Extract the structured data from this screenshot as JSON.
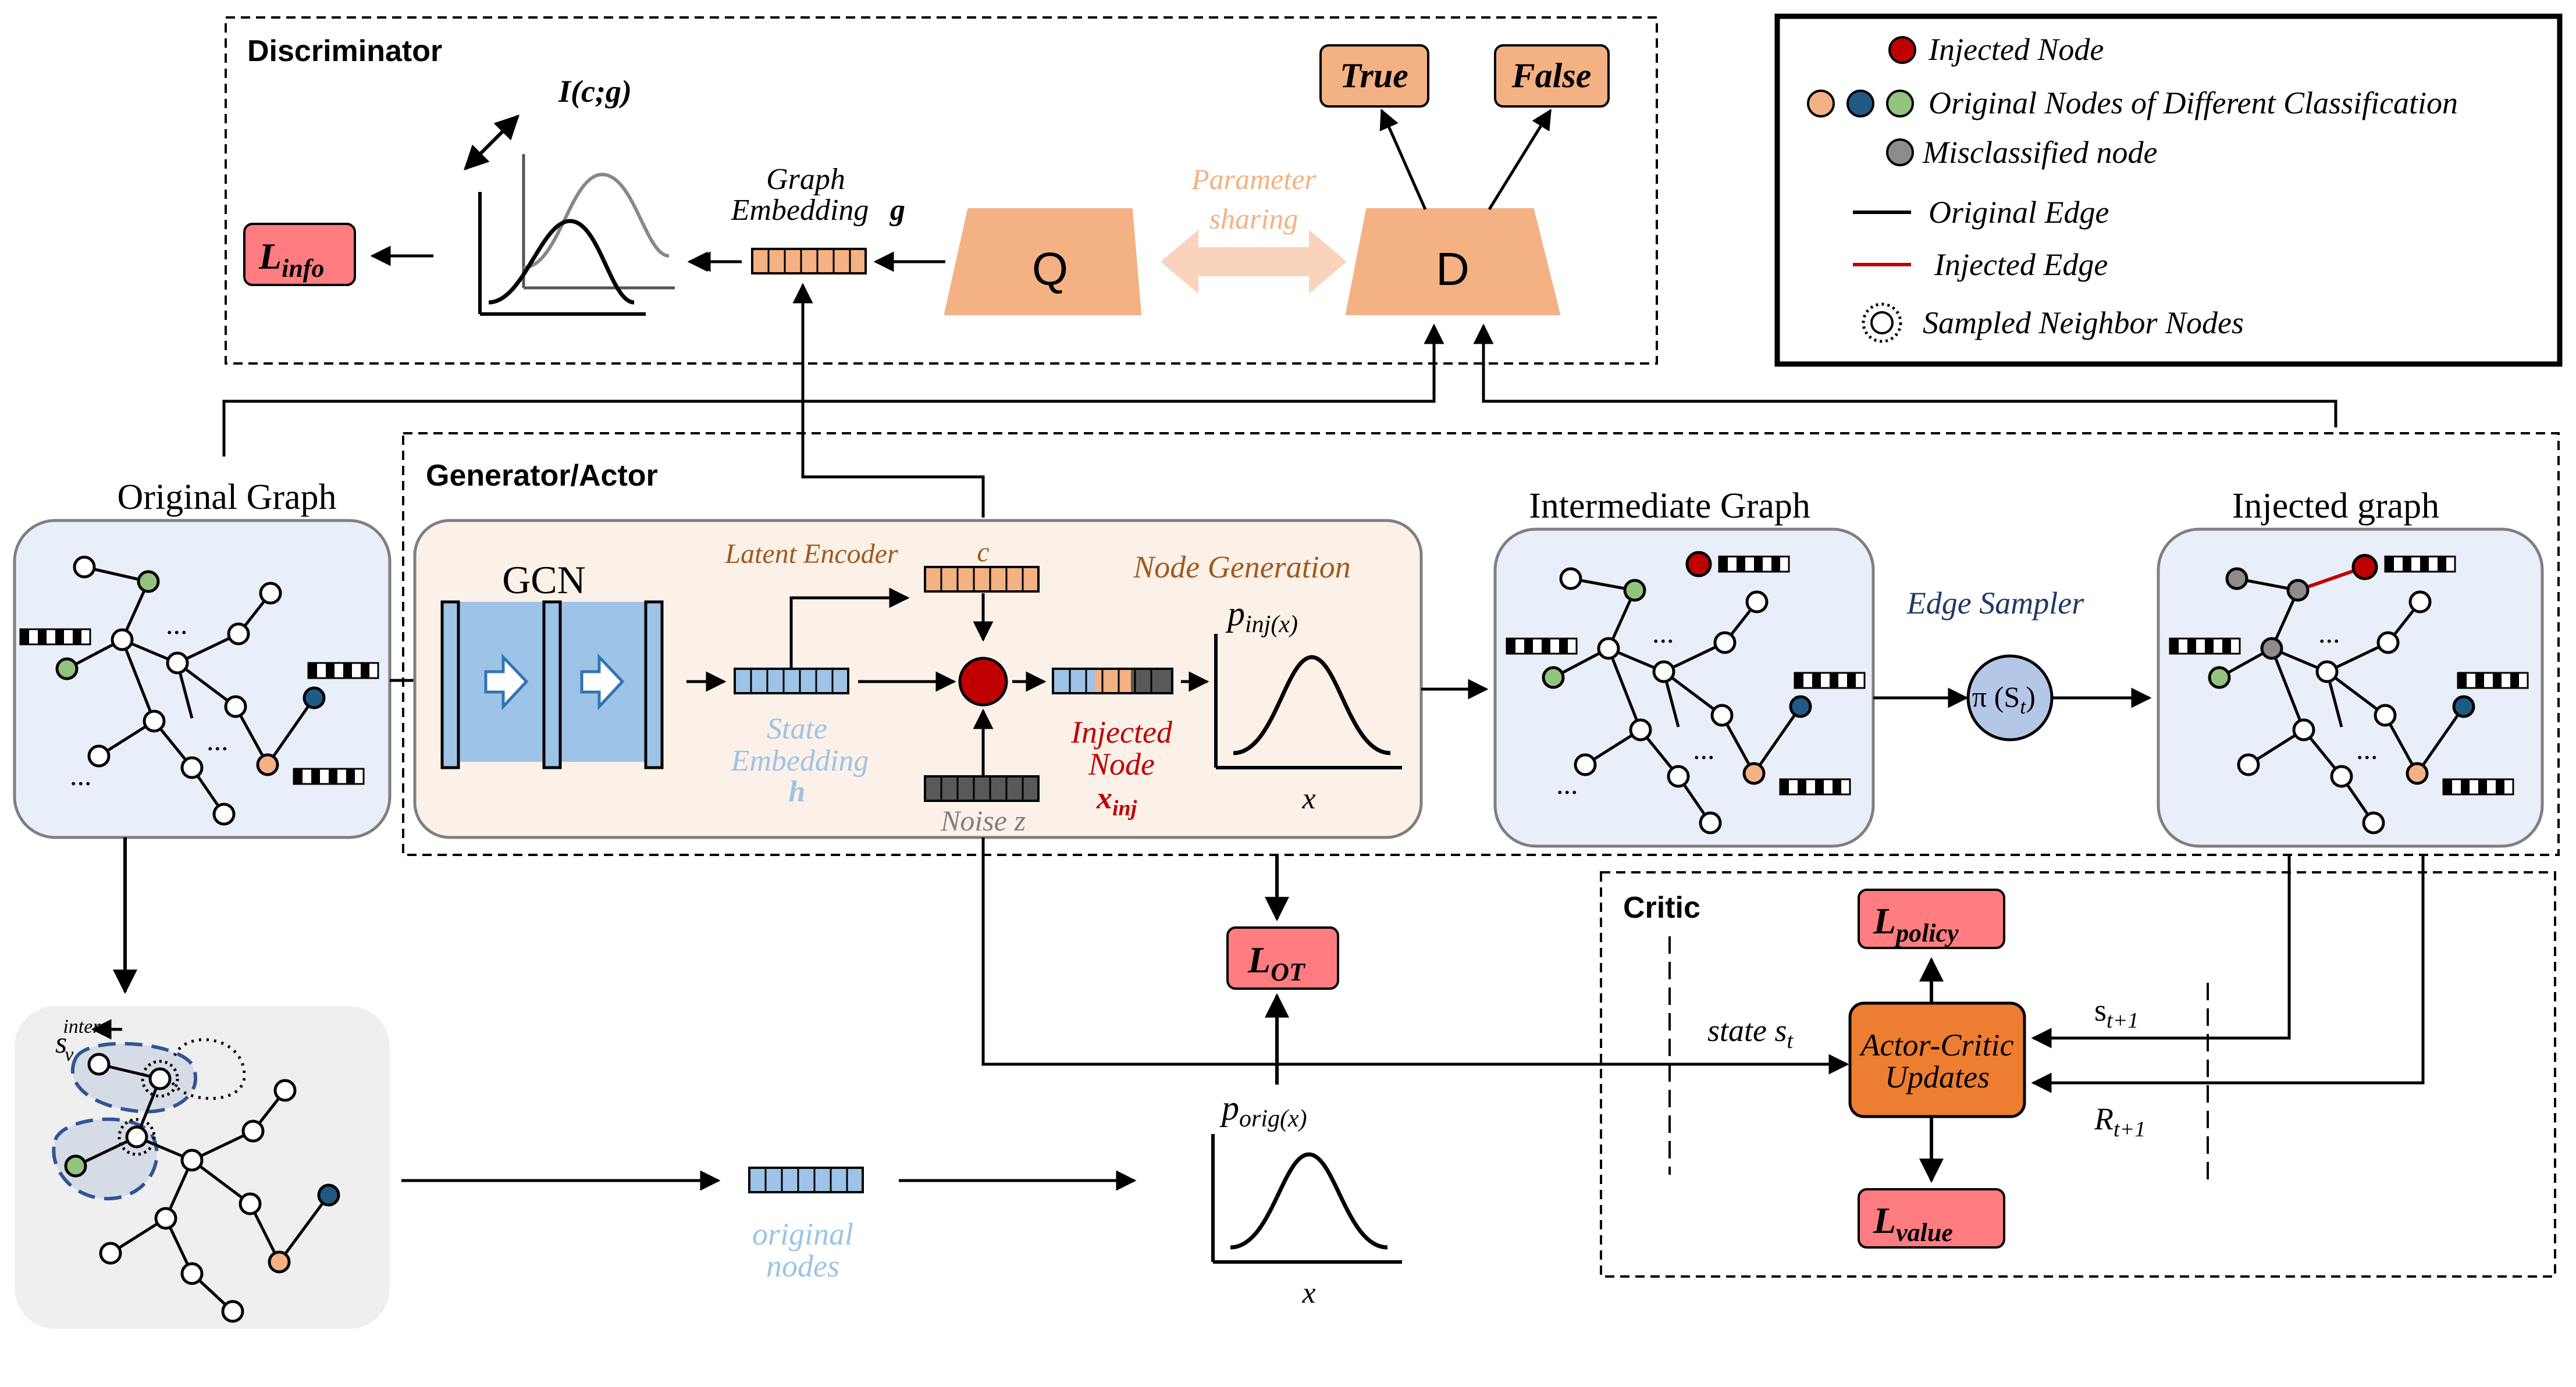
{
  "discriminator": {
    "title": "Discriminator",
    "mi_label": "I(c;g)",
    "graph_embedding_line1": "Graph",
    "graph_embedding_line2": "Embedding",
    "graph_embedding_symbol": "g",
    "q_label": "Q",
    "d_label": "D",
    "param_sharing_line1": "Parameter",
    "param_sharing_line2": "sharing",
    "true_label": "True",
    "false_label": "False",
    "loss_info_main": "L",
    "loss_info_sub": "info"
  },
  "legend": {
    "injected_node": "Injected Node",
    "original_nodes": "Original Nodes of Different Classification",
    "misclassified_node": "Misclassified node",
    "original_edge": "Original Edge",
    "injected_edge": "Injected Edge",
    "sampled_neighbor": "Sampled Neighbor Nodes"
  },
  "generator": {
    "title": "Generator/Actor",
    "gcn_label": "GCN",
    "latent_encoder": "Latent Encoder",
    "c_label": "c",
    "node_generation": "Node Generation",
    "state_embedding_line1": "State",
    "state_embedding_line2": "Embedding",
    "state_embedding_symbol": "h",
    "noise_label": "Noise z",
    "injected_node_line1": "Injected",
    "injected_node_line2": "Node",
    "x_inj_main": "x",
    "x_inj_sub": "inj",
    "p_inj_main": "p",
    "p_inj_sub": "inj(x)",
    "x_axis": "x"
  },
  "graphs": {
    "original": "Original Graph",
    "intermediate": "Intermediate Graph",
    "injected": "Injected graph",
    "edge_sampler": "Edge Sampler",
    "pi_label": "π (S",
    "pi_sub": "t",
    "dots": "...",
    "s_v_main": "s",
    "s_v_sub": "v",
    "s_v_sup": "inter"
  },
  "ot": {
    "loss_main": "L",
    "loss_sub": "OT",
    "p_orig_main": "p",
    "p_orig_sub": "orig(x)",
    "x_axis": "x",
    "original_nodes_line1": "original",
    "original_nodes_line2": "nodes"
  },
  "critic": {
    "title": "Critic",
    "update_line1": "Actor-Critic",
    "update_line2": "Updates",
    "state_label": "state s",
    "state_sub": "t",
    "s_next_main": "s",
    "s_next_sub": "t+1",
    "r_next_main": "R",
    "r_next_sub": "t+1",
    "loss_policy_main": "L",
    "loss_policy_sub": "policy",
    "loss_value_main": "L",
    "loss_value_sub": "value"
  },
  "colors": {
    "node_green": "#93c47d",
    "node_blue": "#1f5a85",
    "node_orange": "#f4b183",
    "node_red": "#c00000",
    "node_gray": "#8c8c8c",
    "box_orange": "#f4b183",
    "loss_red": "#ff7c80",
    "actor_orange": "#ed7d31",
    "panel_blue": "#e9eff9",
    "panel_peach": "#fcf1e8",
    "panel_gray": "#efefef",
    "embed_blue": "#9dc3e6",
    "gcn_blue": "#9dc3e6"
  }
}
